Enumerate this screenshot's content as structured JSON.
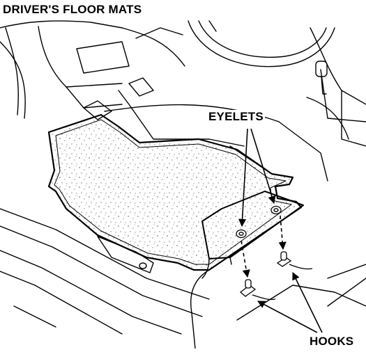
{
  "diagram": {
    "title": "DRIVER'S FLOOR MATS",
    "labels": {
      "eyelets": "EYELETS",
      "hooks": "HOOKS"
    },
    "colors": {
      "line": "#000000",
      "background": "#ffffff"
    }
  }
}
